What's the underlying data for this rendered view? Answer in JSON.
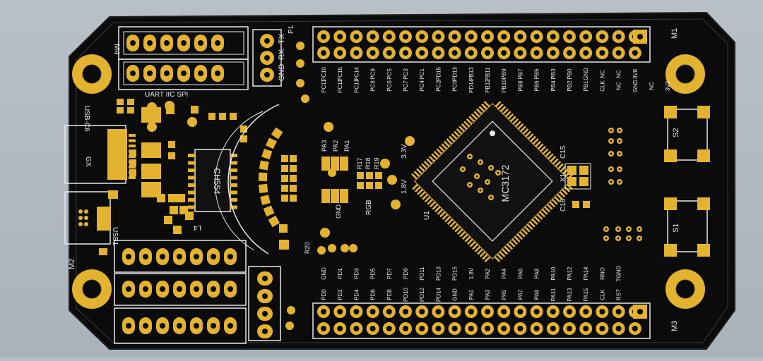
{
  "colors": {
    "background": "#b0b8bf",
    "board": "#0b0b0b",
    "copper_gold": "#e3b32f",
    "silkscreen": "#e8e8e8"
  },
  "board": {
    "mounting_holes": [
      "M1",
      "M2",
      "M3",
      "M4"
    ],
    "chips": {
      "mcu": "MC3172",
      "usb_uart": "CH554"
    },
    "header_top_labels": [
      "PC11",
      "PC12",
      "PC13",
      "PC8",
      "PC6",
      "PC7",
      "PC4",
      "PC2",
      "PC0",
      "PD14",
      "PB12",
      "PB10",
      "PB8",
      "PB6",
      "PB4",
      "PB2",
      "PB1",
      "CLK",
      "NC",
      "GND",
      "NC",
      "3V3"
    ],
    "header_top_labels_row2": [
      "PC10",
      "PC15",
      "PC14",
      "PC9",
      "PC5",
      "PC3",
      "PC1",
      "PD15",
      "PD13",
      "PB13",
      "PB11",
      "PB9",
      "PB7",
      "PB5",
      "PB3",
      "PB0",
      "GND",
      "NC",
      "NC",
      "3V8"
    ],
    "header_bottom_labels_row1": [
      "GND",
      "PD1",
      "PD3",
      "PD5",
      "PD7",
      "PD9",
      "PD11",
      "PD13",
      "PD15",
      "1.8V",
      "PA2",
      "PA4",
      "PA6",
      "PA8",
      "PA10",
      "PA12",
      "PA14",
      "RNO",
      "TGND"
    ],
    "header_bottom_labels_row2": [
      "PD0",
      "PD2",
      "PD4",
      "PD6",
      "PD8",
      "PD10",
      "PD12",
      "PD14",
      "GND",
      "PA1",
      "PA3",
      "PA5",
      "PA7",
      "PA9",
      "PA11",
      "PA13",
      "PA15",
      "CLK",
      "RST"
    ],
    "left_labels": {
      "usb_c": "USB-C6",
      "usb1": "USB1",
      "gx": "GX",
      "uart": "UART IIC SPI",
      "l4": "L4",
      "rx": "RX",
      "tx": "TX",
      "gnd": "GND",
      "p1": "P1",
      "v33": "3.3V",
      "v18": "1.8V",
      "rgb": "RGB",
      "u1": "U1",
      "x1": "X1",
      "c15": "C15",
      "c18": "C18",
      "s1": "S1",
      "s2": "S2",
      "pa3": "PA3",
      "pa2": "PA2",
      "pa1": "PA1",
      "r17": "R17",
      "r18": "R18",
      "r19": "R19",
      "r20": "R20",
      "gnd2": "GND"
    }
  }
}
